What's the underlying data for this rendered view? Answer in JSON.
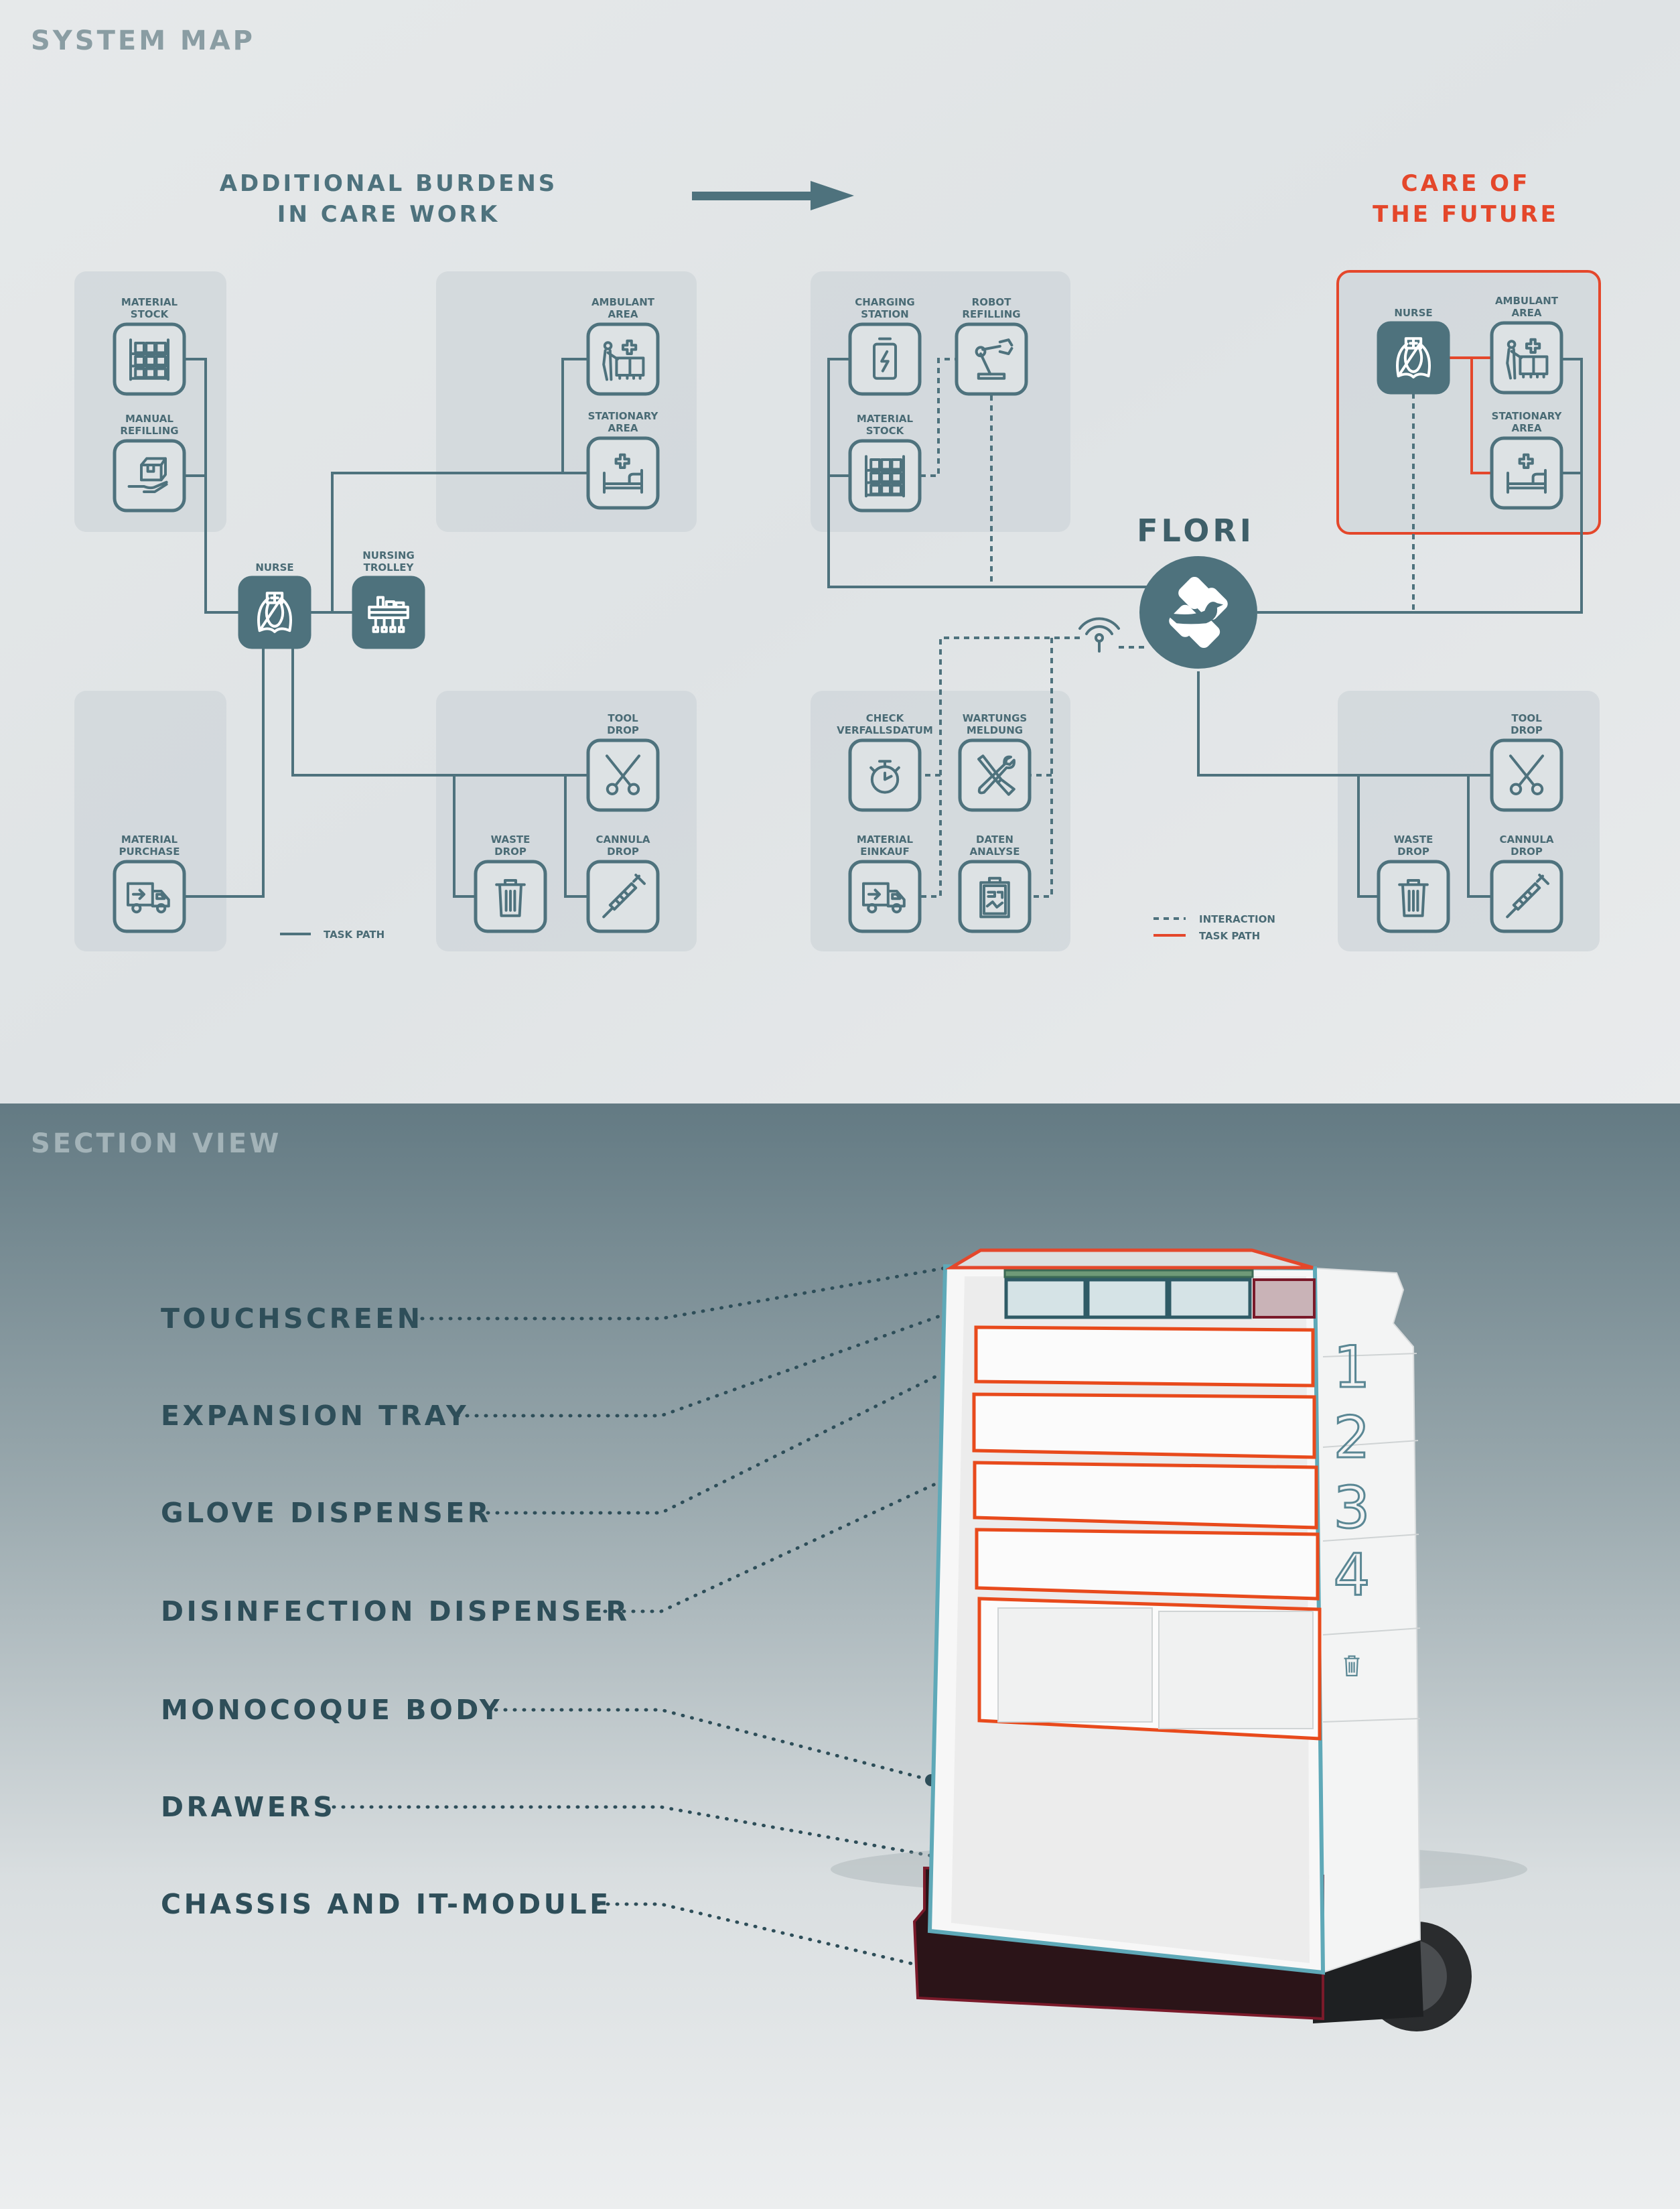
{
  "colors": {
    "accent": "#4e727d",
    "future_red": "#e4472b",
    "label": "#4a6b75",
    "section_bg": "#667d86"
  },
  "system_map": {
    "title": "SYSTEM MAP",
    "left_heading": [
      "ADDITIONAL BURDENS",
      "IN CARE WORK"
    ],
    "right_heading": [
      "CARE OF",
      "THE FUTURE"
    ],
    "flori_label": "FLORI",
    "nodes": [
      {
        "id": "l-stock",
        "label": [
          "MATERIAL",
          "STOCK"
        ],
        "icon": "shelf-icon"
      },
      {
        "id": "l-refill",
        "label": [
          "MANUAL",
          "REFILLING"
        ],
        "icon": "box-hand-icon"
      },
      {
        "id": "l-ambulant",
        "label": [
          "AMBULANT",
          "AREA"
        ],
        "icon": "patient-cross-icon"
      },
      {
        "id": "l-stationary",
        "label": [
          "STATIONARY",
          "AREA"
        ],
        "icon": "bed-icon"
      },
      {
        "id": "l-nurse",
        "label": [
          "NURSE"
        ],
        "icon": "nurse-icon"
      },
      {
        "id": "l-trolley",
        "label": [
          "NURSING",
          "TROLLEY"
        ],
        "icon": "trolley-icon"
      },
      {
        "id": "l-tool",
        "label": [
          "TOOL",
          "DROP"
        ],
        "icon": "scissors-icon"
      },
      {
        "id": "l-waste",
        "label": [
          "WASTE",
          "DROP"
        ],
        "icon": "trash-icon"
      },
      {
        "id": "l-cannula",
        "label": [
          "CANNULA",
          "DROP"
        ],
        "icon": "syringe-icon"
      },
      {
        "id": "l-purchase",
        "label": [
          "MATERIAL",
          "PURCHASE"
        ],
        "icon": "truck-icon"
      },
      {
        "id": "r-charging",
        "label": [
          "CHARGING",
          "STATION"
        ],
        "icon": "battery-icon"
      },
      {
        "id": "r-robot",
        "label": [
          "ROBOT",
          "REFILLING"
        ],
        "icon": "robot-arm-icon"
      },
      {
        "id": "r-stock",
        "label": [
          "MATERIAL",
          "STOCK"
        ],
        "icon": "shelf-icon"
      },
      {
        "id": "r-check",
        "label": [
          "CHECK",
          "VERFALLSDATUM"
        ],
        "icon": "stopwatch-icon"
      },
      {
        "id": "r-wartung",
        "label": [
          "WARTUNGS",
          "MELDUNG"
        ],
        "icon": "tools-icon"
      },
      {
        "id": "r-einkauf",
        "label": [
          "MATERIAL",
          "EINKAUF"
        ],
        "icon": "truck-icon"
      },
      {
        "id": "r-daten",
        "label": [
          "DATEN",
          "ANALYSE"
        ],
        "icon": "clipboard-icon"
      },
      {
        "id": "r-nurse",
        "label": [
          "NURSE"
        ],
        "icon": "nurse-icon"
      },
      {
        "id": "r-ambulant",
        "label": [
          "AMBULANT",
          "AREA"
        ],
        "icon": "patient-cross-icon"
      },
      {
        "id": "r-stationary",
        "label": [
          "STATIONARY",
          "AREA"
        ],
        "icon": "bed-icon"
      },
      {
        "id": "r-tool",
        "label": [
          "TOOL",
          "DROP"
        ],
        "icon": "scissors-icon"
      },
      {
        "id": "r-waste",
        "label": [
          "WASTE",
          "DROP"
        ],
        "icon": "trash-icon"
      },
      {
        "id": "r-cannula",
        "label": [
          "CANNULA",
          "DROP"
        ],
        "icon": "syringe-icon"
      }
    ],
    "legend_left": {
      "task_path": "TASK PATH"
    },
    "legend_right": {
      "interaction": "INTERACTION",
      "task_path": "TASK PATH"
    }
  },
  "section_view": {
    "title": "SECTION VIEW",
    "parts": [
      "TOUCHSCREEN",
      "EXPANSION TRAY",
      "GLOVE DISPENSER",
      "DISINFECTION DISPENSER",
      "MONOCOQUE BODY",
      "DRAWERS",
      "CHASSIS AND IT-MODULE"
    ],
    "drawer_numbers": [
      "1",
      "2",
      "3",
      "4"
    ],
    "bottom_drawer_icon": "trash-icon"
  }
}
